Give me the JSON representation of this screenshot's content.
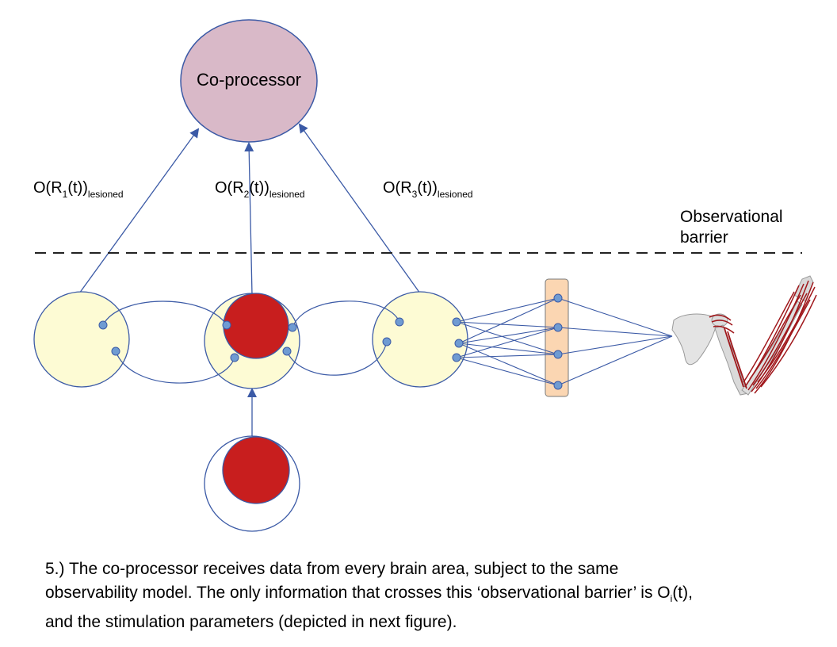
{
  "coprocessor": {
    "label": "Co-processor"
  },
  "outputs": [
    {
      "base": "O(R",
      "index": "1",
      "close": "(t))",
      "subscript": "lesioned"
    },
    {
      "base": "O(R",
      "index": "2",
      "close": "(t))",
      "subscript": "lesioned"
    },
    {
      "base": "O(R",
      "index": "3",
      "close": "(t))",
      "subscript": "lesioned"
    }
  ],
  "barrier": {
    "line1": "Observational",
    "line2": "barrier"
  },
  "caption": {
    "line1": "5.) The co-processor receives data from every brain area, subject to the same",
    "line2a": "observability model. The only information that crosses this ‘observational barrier’ is O",
    "line2_sub": "i",
    "line2b": "(t),",
    "line3": "and the stimulation parameters (depicted in next figure)."
  },
  "colors": {
    "coprocessor_fill": "#d9b9c8",
    "node_stroke": "#3b5aa6",
    "area_fill": "#fdfbd4",
    "lesion_fill": "#c81e1e",
    "neuron_fill": "#6f9bd2",
    "muscle_fill": "#fbd6b2",
    "arm_muscle": "#a0181c"
  }
}
